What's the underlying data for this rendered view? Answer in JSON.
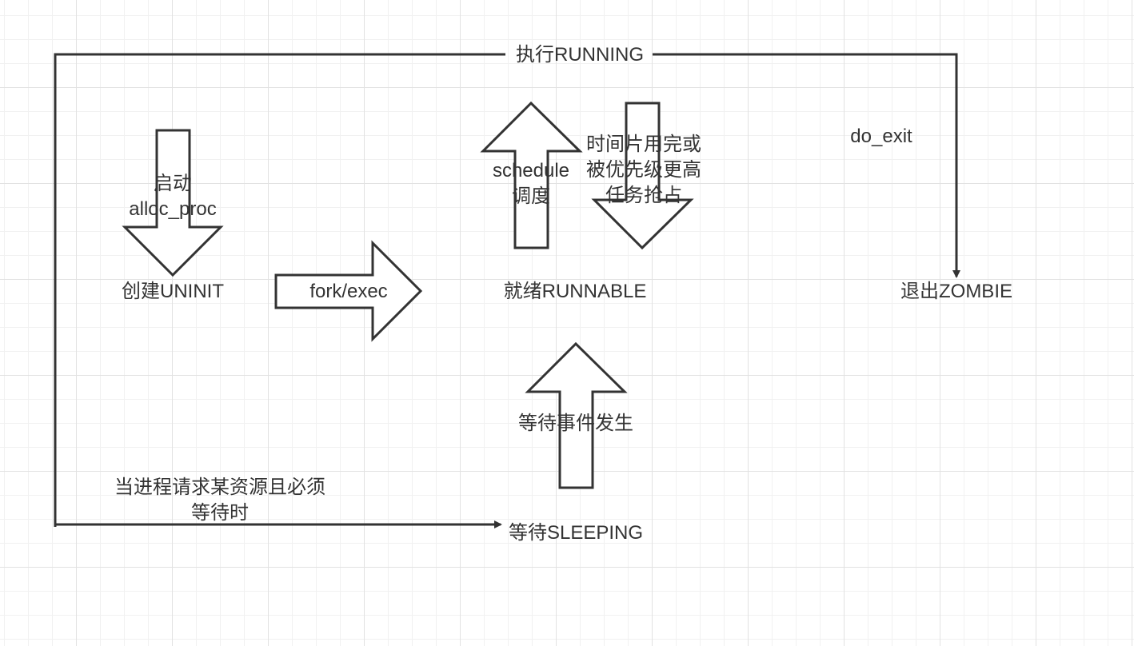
{
  "colors": {
    "stroke": "#333333",
    "text": "#333333",
    "grid": "#e2e2e2"
  },
  "states": {
    "running": "执行RUNNING",
    "uninit": "创建UNINIT",
    "runnable": "就绪RUNNABLE",
    "zombie": "退出ZOMBIE",
    "sleeping": "等待SLEEPING"
  },
  "transitions": {
    "start": "启动\nalloc_proc",
    "fork": "fork/exec",
    "schedule": "schedule\n调度",
    "preempt": "时间片用完或\n被优先级更高\n任务抢占",
    "exit": "do_exit",
    "wait_event": "等待事件发生",
    "request_resource": "当进程请求某资源且必须\n等待时"
  }
}
